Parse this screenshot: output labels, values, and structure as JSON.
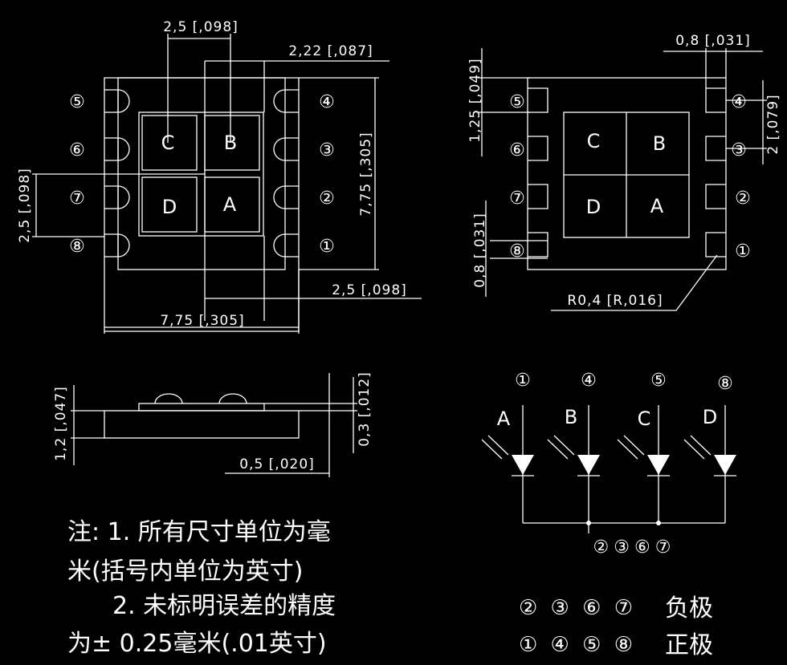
{
  "dims": {
    "d1": "2,5 [,098]",
    "d2": "2,22 [,087]",
    "d3": "7,75 [,305]",
    "d4": "2,5 [,098]",
    "d5": "2,5 [,098]",
    "d6": "7,75 [,305]",
    "d7": "0,8 [,031]",
    "d8": "1,25 [,049]",
    "d9": "2 [,079]",
    "d10": "0,8 [,031]",
    "d11": "R0,4 [R,016]",
    "d12": "1,2 [,047]",
    "d13": "0,3 [,012]",
    "d14": "0,5 [,020]"
  },
  "pins": {
    "p1": "①",
    "p2": "②",
    "p3": "③",
    "p4": "④",
    "p5": "⑤",
    "p6": "⑥",
    "p7": "⑦",
    "p8": "⑧"
  },
  "chips": {
    "a": "A",
    "b": "B",
    "c": "C",
    "d": "D"
  },
  "circuit": {
    "cathode_pins": "②③⑥⑦",
    "legend_neg_pins": "② ③ ⑥ ⑦",
    "legend_neg": "负极",
    "legend_pos_pins": "① ④ ⑤ ⑧",
    "legend_pos": "正极"
  },
  "notes": {
    "line1": "注: 1. 所有尺寸单位为毫",
    "line2": "米(括号内单位为英寸)",
    "line3": "2. 未标明误差的精度",
    "line4": "为± 0.25毫米(.01英寸)"
  }
}
